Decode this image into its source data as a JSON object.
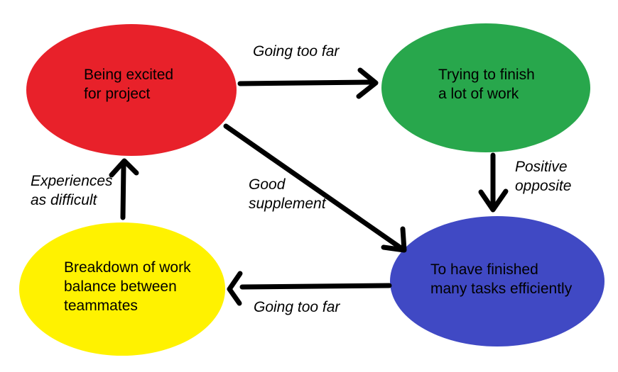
{
  "diagram": {
    "background_color": "#FFFFFF",
    "text_color": "#000000",
    "arrow_color": "#000000",
    "nodes": [
      {
        "id": "excited",
        "color": "#E8212A",
        "label_lines": [
          "Being excited",
          "for project"
        ]
      },
      {
        "id": "trying",
        "color": "#28A74C",
        "label_lines": [
          "Trying to finish",
          "a lot of work"
        ]
      },
      {
        "id": "finished",
        "color": "#4049C4",
        "label_lines": [
          "To have finished",
          "many tasks efficiently"
        ]
      },
      {
        "id": "breakdown",
        "color": "#FFF200",
        "label_lines": [
          "Breakdown of work",
          "balance between",
          "teammates"
        ]
      }
    ],
    "edges": [
      {
        "id": "excited-to-trying",
        "label_lines": [
          "Going too far"
        ]
      },
      {
        "id": "trying-to-finished",
        "label_lines": [
          "Positive",
          "opposite"
        ]
      },
      {
        "id": "excited-to-finished",
        "label_lines": [
          "Good",
          "supplement"
        ]
      },
      {
        "id": "finished-to-breakdown",
        "label_lines": [
          "Going too far"
        ]
      },
      {
        "id": "breakdown-to-excited",
        "label_lines": [
          "Experiences",
          "as difficult"
        ]
      }
    ]
  }
}
